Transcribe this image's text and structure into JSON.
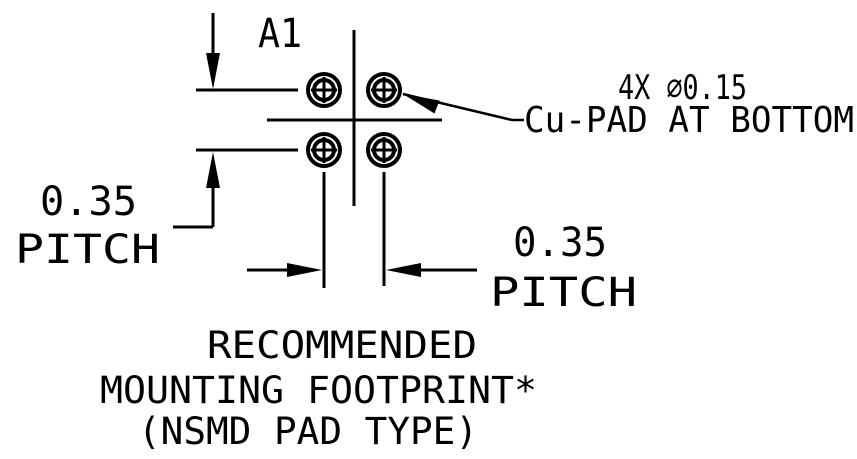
{
  "drawing": {
    "background_color": "#ffffff",
    "line_color": "#000000",
    "pin1_label": "A1",
    "pad_note": {
      "line1": "4X ∅0.15",
      "line2": "Cu-PAD AT BOTTOM"
    },
    "pitch_vertical": {
      "value": "0.35",
      "unit_label": "PITCH"
    },
    "pitch_horizontal": {
      "value": "0.35",
      "unit_label": "PITCH"
    },
    "caption": {
      "line1": "RECOMMENDED",
      "line2": "MOUNTING FOOTPRINT*",
      "line3": "(NSMD PAD TYPE)"
    }
  }
}
